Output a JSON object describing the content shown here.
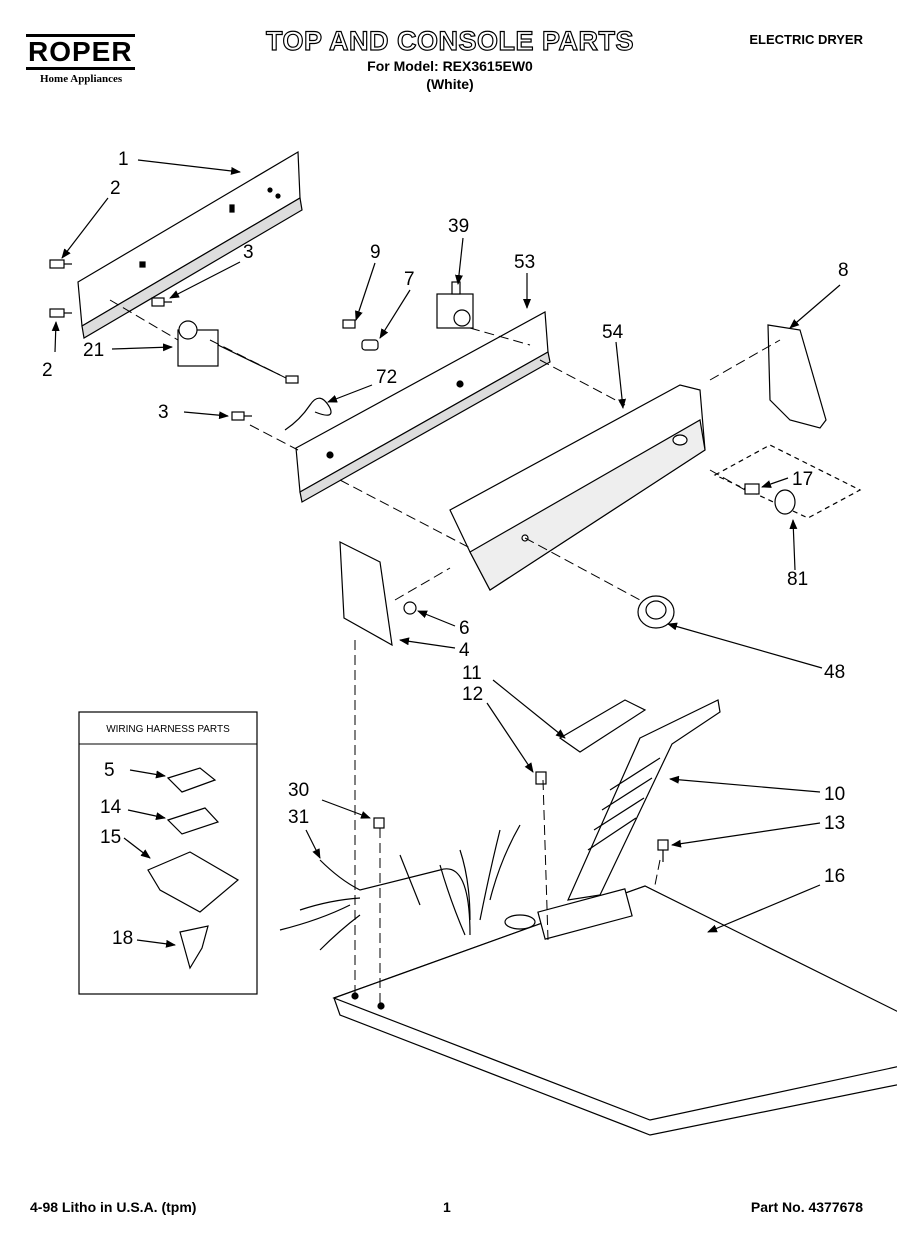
{
  "header": {
    "brand": "ROPER",
    "brand_sub": "Home Appliances",
    "title": "TOP AND CONSOLE PARTS",
    "model_line": "For Model: REX3615EW0",
    "color_line": "(White)",
    "doc_type": "ELECTRIC DRYER"
  },
  "legend": {
    "title": "WIRING HARNESS PARTS"
  },
  "callouts": [
    "1",
    "2",
    "2",
    "3",
    "3",
    "21",
    "9",
    "7",
    "72",
    "39",
    "53",
    "54",
    "8",
    "17",
    "81",
    "6",
    "4",
    "48",
    "11",
    "12",
    "10",
    "13",
    "16",
    "30",
    "31",
    "5",
    "14",
    "15",
    "18"
  ],
  "footer": {
    "print": "4-98 Litho in U.S.A. (tpm)",
    "page": "1",
    "part_no": "Part No. 4377678"
  }
}
